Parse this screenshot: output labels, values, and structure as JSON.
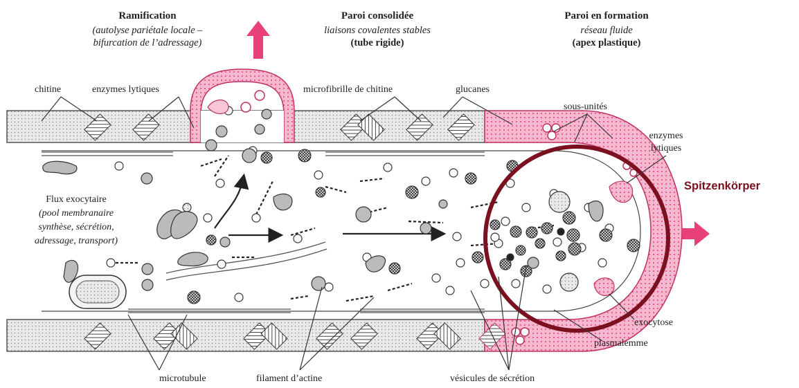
{
  "headers": {
    "ramification": {
      "title": "Ramification",
      "line1": "(autolyse pariétale locale –",
      "line2": "bifurcation de l’adressage)"
    },
    "paroi_consolidee": {
      "title": "Paroi consolidée",
      "line1": "liaisons covalentes stables",
      "line2": "(tube rigide)"
    },
    "paroi_formation": {
      "title": "Paroi en formation",
      "line1": "réseau fluide",
      "line2": "(apex plastique)"
    }
  },
  "labels": {
    "chitine": "chitine",
    "enzymes_lytiques_top": "enzymes lytiques",
    "microfibrille": "microfibrille de chitine",
    "glucanes": "glucanes",
    "sous_unites": "sous-unités",
    "enzymes_right_1": "enzymes",
    "enzymes_right_2": "lytiques",
    "spitzenkorper": "Spitzenkörper",
    "exocytose": "exocytose",
    "plasmalemme": "plasmalemme",
    "microtubule": "microtubule",
    "filament_actine": "filament d’actine",
    "vesicules": "vésicules de sécrétion",
    "flux": {
      "line1": "Flux exocytaire",
      "line2": "(pool membranaire",
      "line3": "synthèse, sécrétion,",
      "line4": "adressage, transport)"
    }
  },
  "colors": {
    "wall_fill": "#e3e3e3",
    "pink": "#e8407a",
    "pink_light": "#f7c6d8",
    "arrow_pink": "#e8407a",
    "spitz_ring": "#7a1020",
    "ink": "#222222"
  }
}
